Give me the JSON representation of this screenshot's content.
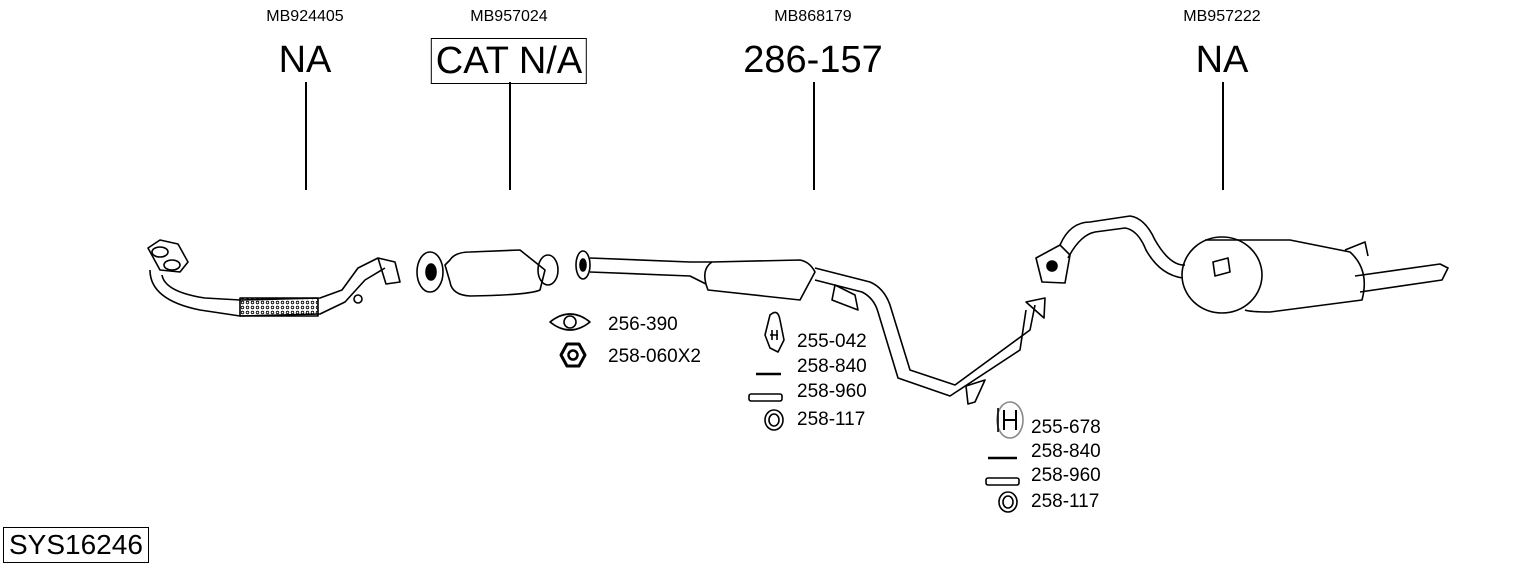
{
  "parts": [
    {
      "code": "MB924405",
      "ref": "NA"
    },
    {
      "code": "MB957024",
      "ref": "CAT N/A"
    },
    {
      "code": "MB868179",
      "ref": "286-157"
    },
    {
      "code": "MB957222",
      "ref": "NA"
    }
  ],
  "accessories_cat": [
    "256-390",
    "258-060X2"
  ],
  "accessories_mid": [
    "255-042",
    "258-840",
    "258-960",
    "258-117"
  ],
  "accessories_rear": [
    "255-678",
    "258-840",
    "258-960",
    "258-117"
  ],
  "system_id": "SYS16246"
}
